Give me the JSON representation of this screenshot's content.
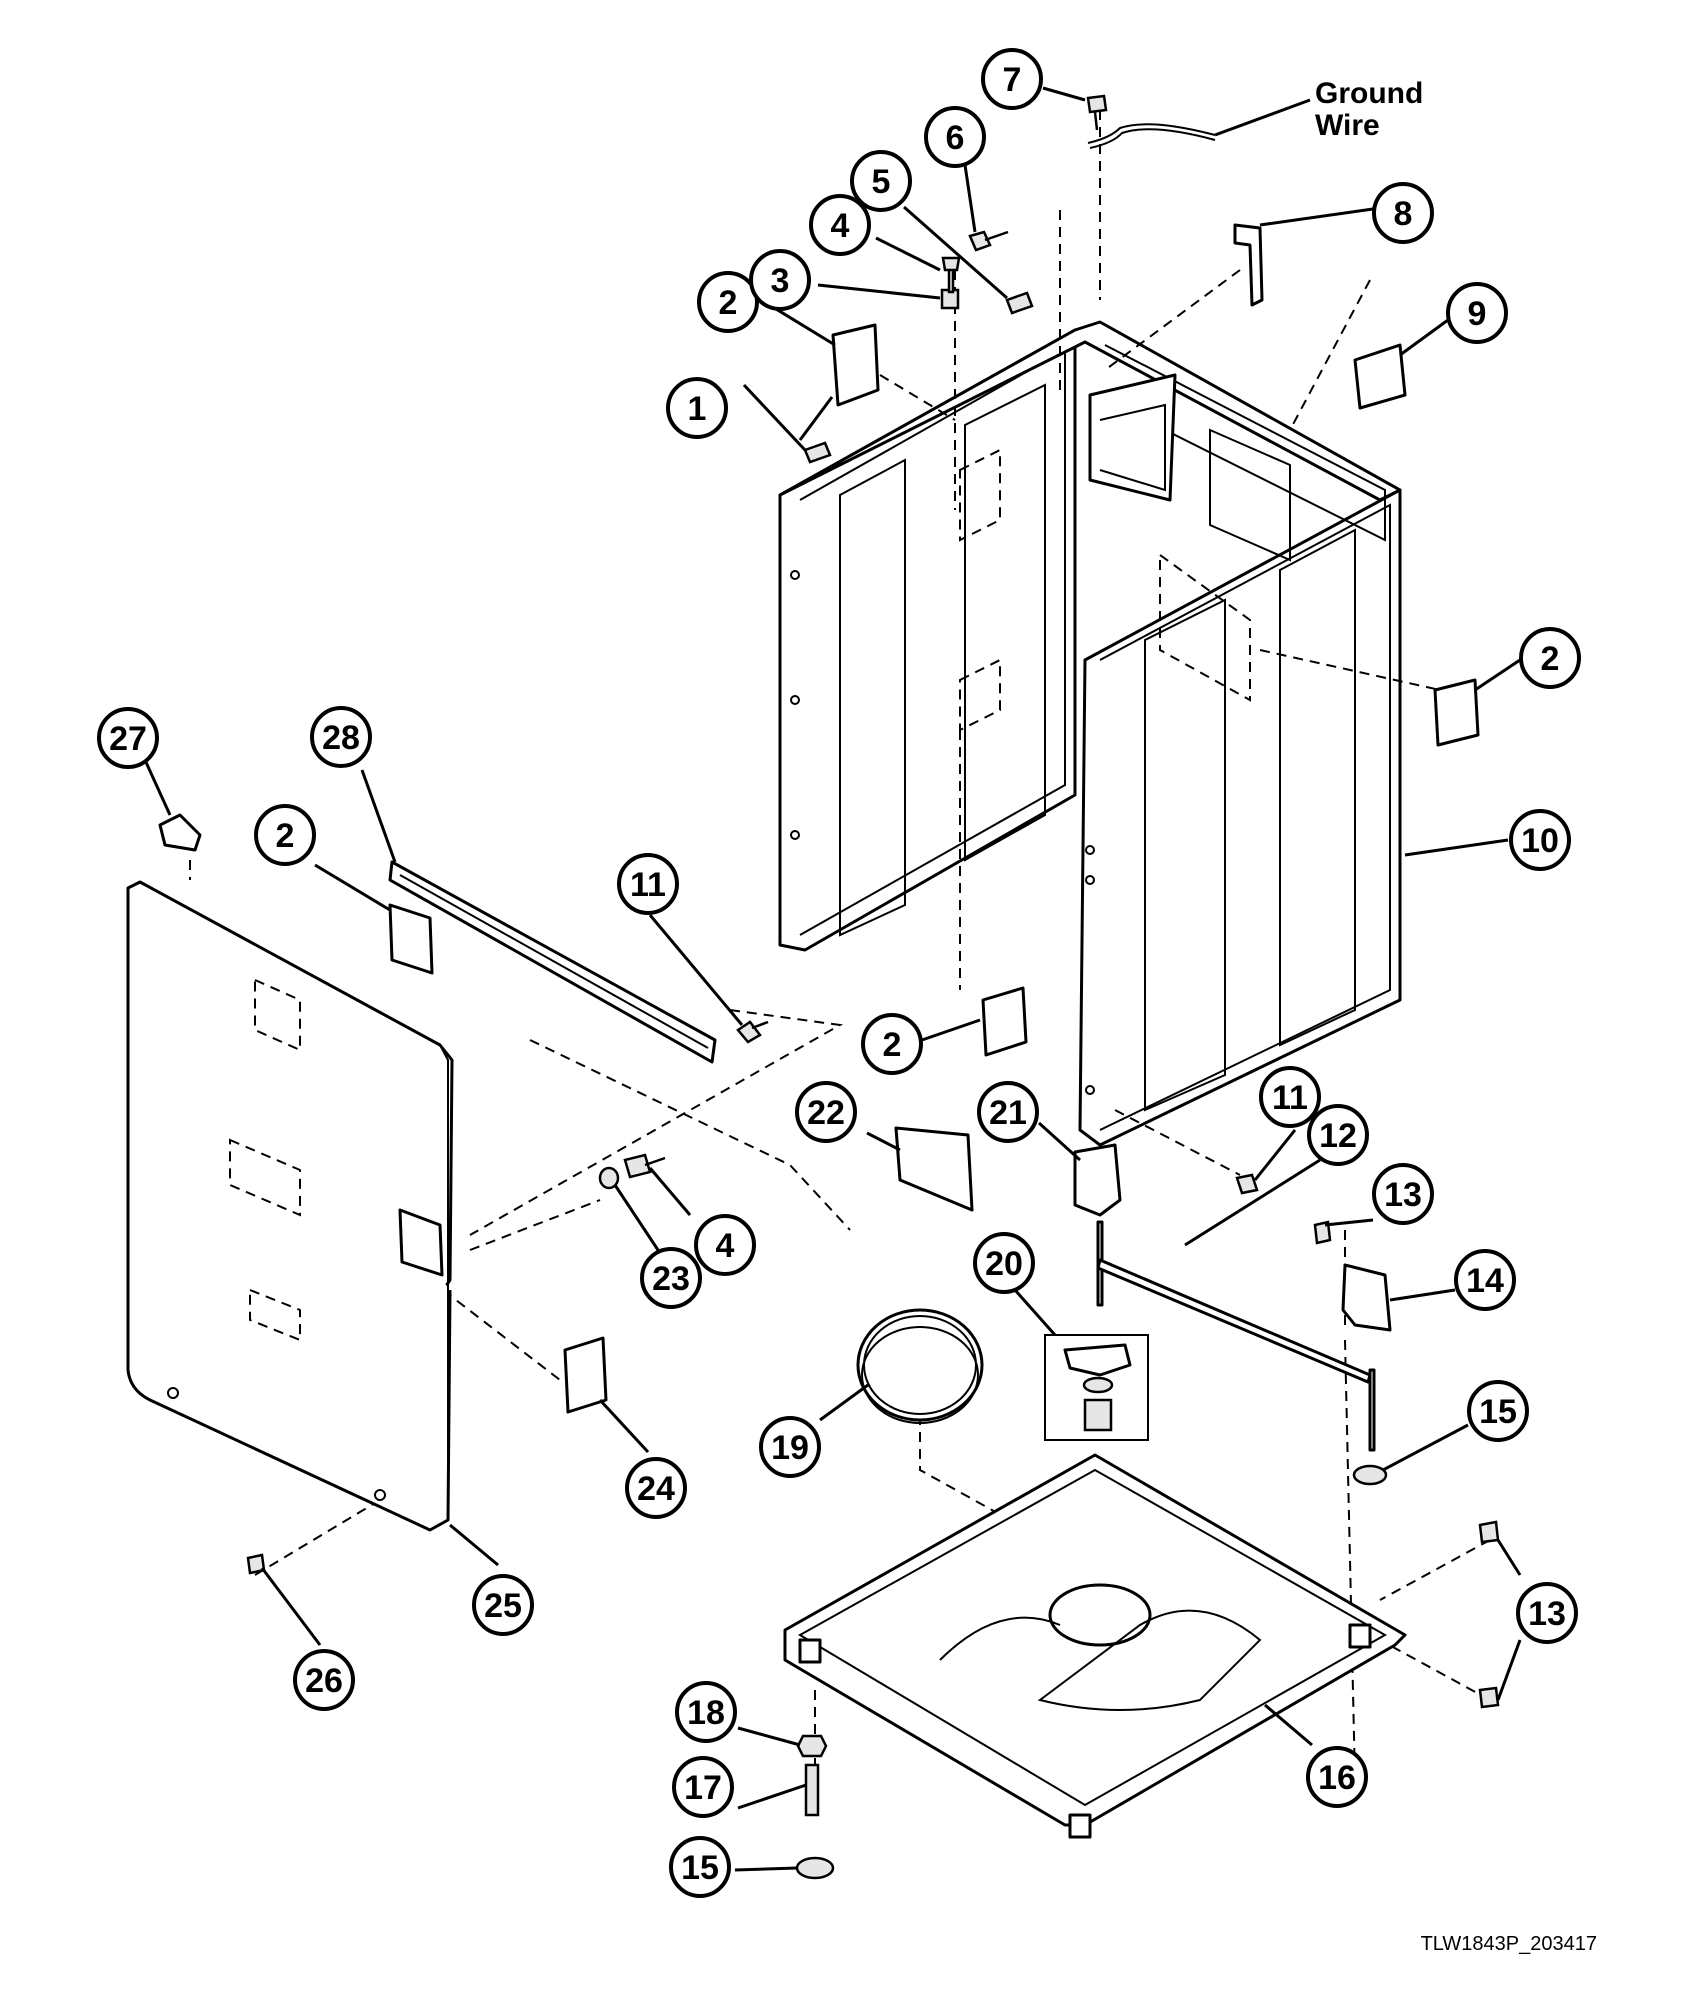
{
  "diagram": {
    "ground_wire_line1": "Ground",
    "ground_wire_line2": "Wire",
    "drawing_code": "TLW1843P_203417"
  },
  "callouts": {
    "c1": "1",
    "c2a": "2",
    "c3": "3",
    "c4a": "4",
    "c5": "5",
    "c6": "6",
    "c7": "7",
    "c8": "8",
    "c9": "9",
    "c2b": "2",
    "c10": "10",
    "c11a": "11",
    "c2c": "2",
    "c11b": "11",
    "c12": "12",
    "c13a": "13",
    "c14": "14",
    "c15a": "15",
    "c21": "21",
    "c22": "22",
    "c20": "20",
    "c19": "19",
    "c27": "27",
    "c28": "28",
    "c2d": "2",
    "c4b": "4",
    "c23": "23",
    "c24": "24",
    "c25": "25",
    "c26": "26",
    "c13b": "13",
    "c16": "16",
    "c18": "18",
    "c17": "17",
    "c15b": "15"
  }
}
